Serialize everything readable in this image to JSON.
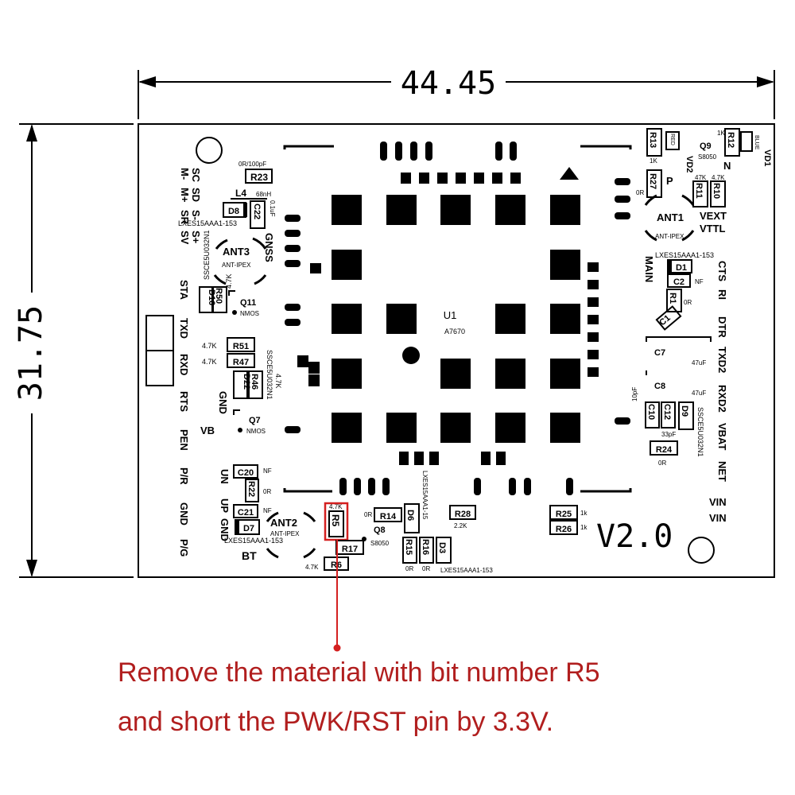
{
  "dimensions": {
    "width": "44.45",
    "height": "31.75"
  },
  "chip": {
    "ref": "U1",
    "part": "A7670"
  },
  "version": "V2.0",
  "left_header": {
    "top": [
      "M-",
      "M+",
      "SC",
      "SD",
      "SR",
      "S-",
      "S+",
      "SV"
    ],
    "middle": [
      "STA",
      "TXD",
      "RXD",
      "RTS",
      "PEN",
      "P/R",
      "GND",
      "P/G"
    ],
    "gnd": "GND",
    "vb": "VB",
    "un": "UN",
    "up": "UP",
    "gnd2": "GND"
  },
  "right_header": [
    "CTS",
    "RI",
    "DTR",
    "TXD2",
    "RXD2",
    "VBAT",
    "NET",
    "VIN",
    "VIN"
  ],
  "vext": "VEXT",
  "vttl": "VTTL",
  "main": "MAIN",
  "gnss": "GNSS",
  "bt": "BT",
  "antennas": {
    "ant1": "ANT1",
    "ant2": "ANT2",
    "ant3": "ANT3",
    "ipex": "ANT-IPEX"
  },
  "part_codes": {
    "lxes": "LXES15AAA1-153",
    "lxes_short": "LXES15AAA1-15",
    "ssce": "SSCE5U032N1",
    "nmos": "NMOS",
    "s8050": "S8050",
    "red": "RED",
    "blue": "BLUE"
  },
  "components": {
    "R23": "R23",
    "L4": "L4",
    "D8": "D8",
    "C22": "C22",
    "R50": "R50",
    "D16": "D16",
    "Q11": "Q11",
    "R51": "R51",
    "R47": "R47",
    "D22": "D22",
    "R46": "R46",
    "Q7": "Q7",
    "C20": "C20",
    "R22": "R22",
    "C21": "C21",
    "D7": "D7",
    "R5": "R5",
    "R17": "R17",
    "R6": "R6",
    "R14": "R14",
    "D6": "D6",
    "Q8": "Q8",
    "R15": "R15",
    "R16": "R16",
    "D3": "D3",
    "R28": "R28",
    "R25": "R25",
    "R26": "R26",
    "R13": "R13",
    "R27": "R27",
    "Q9": "Q9",
    "VD2": "VD2",
    "R12": "R12",
    "VD1": "VD1",
    "R11": "R11",
    "R10": "R10",
    "D1": "D1",
    "C2": "C2",
    "R1": "R1",
    "C1": "C1",
    "C7": "C7",
    "C8": "C8",
    "C10": "C10",
    "C12": "C12",
    "D9": "D9",
    "R24": "R24"
  },
  "values": {
    "v0r100pf": "0R/100pF",
    "v68nh": "68nH",
    "v01uf": "0.1uF",
    "v47k": "4.7K",
    "vnf": "NF",
    "v0r": "0R",
    "v1k": "1K",
    "v47k_low": "47K",
    "v22k": "2.2K",
    "v1k_low": "1k",
    "v10pf": "10pF",
    "v33pf": "33pF",
    "v47uf": "47uF",
    "vn": "N",
    "vp": "P"
  },
  "note": {
    "line1": "Remove the material with bit number R5",
    "line2": "and short the PWK/RST pin by 3.3V."
  },
  "colors": {
    "ink": "#000000",
    "highlight": "#d42020",
    "note": "#b11e1e"
  }
}
